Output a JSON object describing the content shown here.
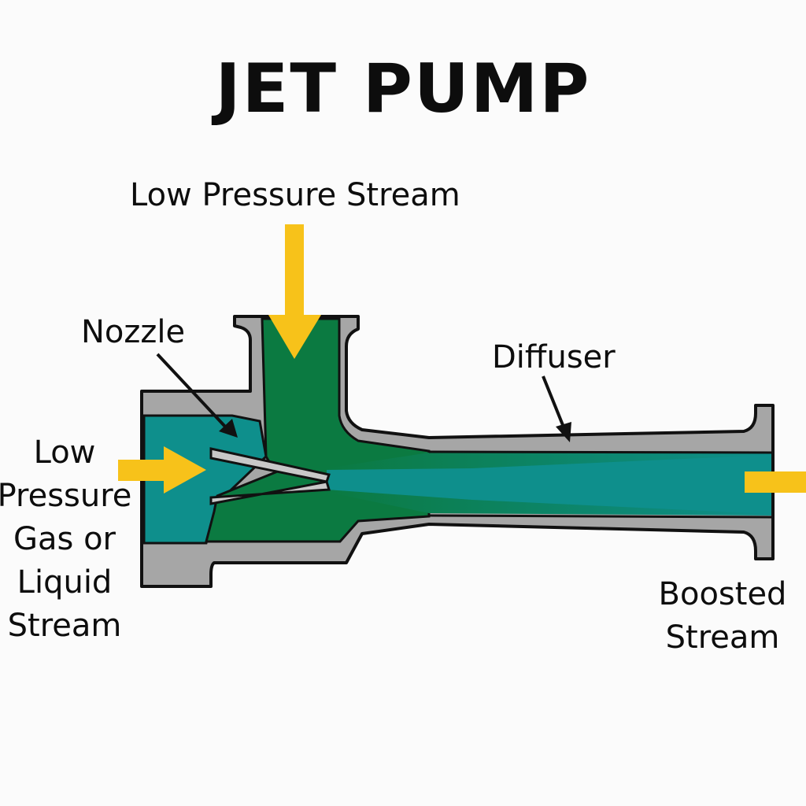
{
  "title": "JET PUMP",
  "labels": {
    "top_inlet": "Low Pressure Stream",
    "nozzle": "Nozzle",
    "diffuser": "Diffuser",
    "left_inlet": [
      "Low",
      "Pressure",
      "Gas or",
      "Liquid",
      "Stream"
    ],
    "outlet": [
      "Boosted",
      "Stream"
    ]
  },
  "colors": {
    "body_gray": "#a6a6a6",
    "outline": "#111111",
    "teal_fluid": "#0e8f8c",
    "green_fluid": "#0b7a41",
    "arrow_yellow": "#f7c21a",
    "background": "#fbfbfb"
  }
}
